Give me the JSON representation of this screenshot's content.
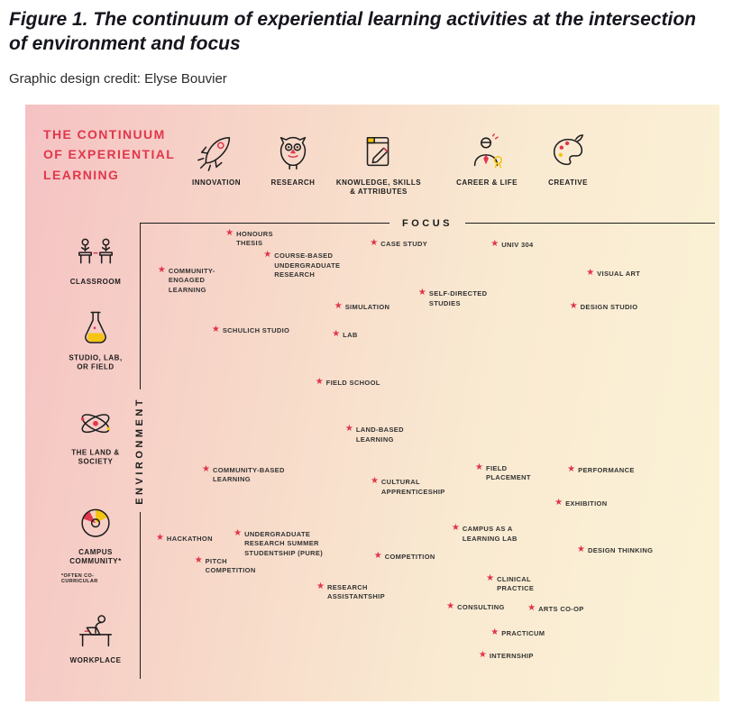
{
  "page": {
    "figure_title": "Figure 1. The continuum of experiential learning activities at the intersection of environment and focus",
    "credit": "Graphic design credit: Elyse Bouvier"
  },
  "figure": {
    "title": "THE CONTINUUM\nOF EXPERIENTIAL\nLEARNING",
    "colors": {
      "accent_red": "#e0374c",
      "accent_yellow": "#f5c411"
    },
    "focus_axis": {
      "label": "FOCUS",
      "categories": [
        {
          "label": "INNOVATION",
          "icon": "rocket-icon",
          "x": 212
        },
        {
          "label": "RESEARCH",
          "icon": "owl-icon",
          "x": 297
        },
        {
          "label": "KNOWLEDGE, SKILLS\n& ATTRIBUTES",
          "icon": "notepad-pencil-icon",
          "x": 392
        },
        {
          "label": "CAREER & LIFE",
          "icon": "career-person-icon",
          "x": 512
        },
        {
          "label": "CREATIVE",
          "icon": "palette-icon",
          "x": 602
        }
      ]
    },
    "environment_axis": {
      "label": "ENVIRONMENT",
      "categories": [
        {
          "label": "CLASSROOM",
          "icon": "classroom-icon",
          "y": 172
        },
        {
          "label": "STUDIO, LAB,\nOR FIELD",
          "icon": "flask-icon",
          "y": 262
        },
        {
          "label": "THE LAND &\nSOCIETY",
          "icon": "atom-icon",
          "y": 367
        },
        {
          "label": "CAMPUS\nCOMMUNITY*",
          "note": "*OFTEN CO-CURRICULAR",
          "icon": "community-circle-icon",
          "y": 487
        },
        {
          "label": "WORKPLACE",
          "icon": "workplace-desk-icon",
          "y": 592
        }
      ]
    }
  },
  "chart_data": {
    "type": "scatter",
    "title": "THE CONTINUUM OF EXPERIENTIAL LEARNING",
    "xlabel": "FOCUS",
    "ylabel": "ENVIRONMENT",
    "x_categories": [
      "INNOVATION",
      "RESEARCH",
      "KNOWLEDGE, SKILLS & ATTRIBUTES",
      "CAREER & LIFE",
      "CREATIVE"
    ],
    "y_categories": [
      "CLASSROOM",
      "STUDIO, LAB, OR FIELD",
      "THE LAND & SOCIETY",
      "CAMPUS COMMUNITY* (*OFTEN CO-CURRICULAR)",
      "WORKPLACE"
    ],
    "units": "x,y are percent of plot area; x runs Innovation(0)->Creative(100), y runs Classroom(0)->Workplace(100)",
    "x_range": [
      0,
      100
    ],
    "y_range": [
      0,
      100
    ],
    "points": [
      {
        "label": "HONOURS\nTHESIS",
        "x": 15.7,
        "y": 2.6
      },
      {
        "label": "CASE STUDY",
        "x": 40.8,
        "y": 4.8
      },
      {
        "label": "UNIV 304",
        "x": 61.8,
        "y": 5.1
      },
      {
        "label": "COURSE-BASED\nUNDERGRADUATE\nRESEARCH",
        "x": 22.3,
        "y": 7.5
      },
      {
        "label": "COMMUNITY-ENGAGED\nLEARNING",
        "x": 3.9,
        "y": 10.7
      },
      {
        "label": "VISUAL ART",
        "x": 78.4,
        "y": 11.3
      },
      {
        "label": "SELF-DIRECTED\nSTUDIES",
        "x": 49.2,
        "y": 15.8
      },
      {
        "label": "SIMULATION",
        "x": 34.6,
        "y": 18.6
      },
      {
        "label": "DESIGN STUDIO",
        "x": 75.5,
        "y": 18.6
      },
      {
        "label": "SCHULICH STUDIO",
        "x": 13.3,
        "y": 23.8
      },
      {
        "label": "LAB",
        "x": 34.2,
        "y": 24.8
      },
      {
        "label": "FIELD SCHOOL",
        "x": 31.3,
        "y": 35.4
      },
      {
        "label": "LAND-BASED LEARNING",
        "x": 36.5,
        "y": 45.7
      },
      {
        "label": "COMMUNITY-BASED\nLEARNING",
        "x": 11.6,
        "y": 54.5
      },
      {
        "label": "FIELD\nPLACEMENT",
        "x": 59.1,
        "y": 54.1
      },
      {
        "label": "PERFORMANCE",
        "x": 75.1,
        "y": 54.5
      },
      {
        "label": "CULTURAL\nAPPRENTICESHIP",
        "x": 40.9,
        "y": 57.2
      },
      {
        "label": "EXHIBITION",
        "x": 72.9,
        "y": 61.8
      },
      {
        "label": "HACKATHON",
        "x": 3.6,
        "y": 69.5
      },
      {
        "label": "UNDERGRADUATE\nRESEARCH SUMMER\nSTUDENTSHIP (PURE)",
        "x": 17.1,
        "y": 68.5
      },
      {
        "label": "CAMPUS AS A\nLEARNING LAB",
        "x": 55.0,
        "y": 67.5
      },
      {
        "label": "DESIGN THINKING",
        "x": 76.8,
        "y": 72.1
      },
      {
        "label": "PITCH\nCOMPETITION",
        "x": 10.3,
        "y": 74.5
      },
      {
        "label": "COMPETITION",
        "x": 41.5,
        "y": 73.5
      },
      {
        "label": "CLINICAL\nPRACTICE",
        "x": 61.0,
        "y": 78.4
      },
      {
        "label": "RESEARCH\nASSISTANTSHIP",
        "x": 31.5,
        "y": 80.2
      },
      {
        "label": "CONSULTING",
        "x": 54.1,
        "y": 84.6
      },
      {
        "label": "ARTS CO-OP",
        "x": 68.2,
        "y": 85.0
      },
      {
        "label": "PRACTICUM",
        "x": 61.8,
        "y": 90.3
      },
      {
        "label": "INTERNSHIP",
        "x": 59.7,
        "y": 95.4
      }
    ]
  }
}
